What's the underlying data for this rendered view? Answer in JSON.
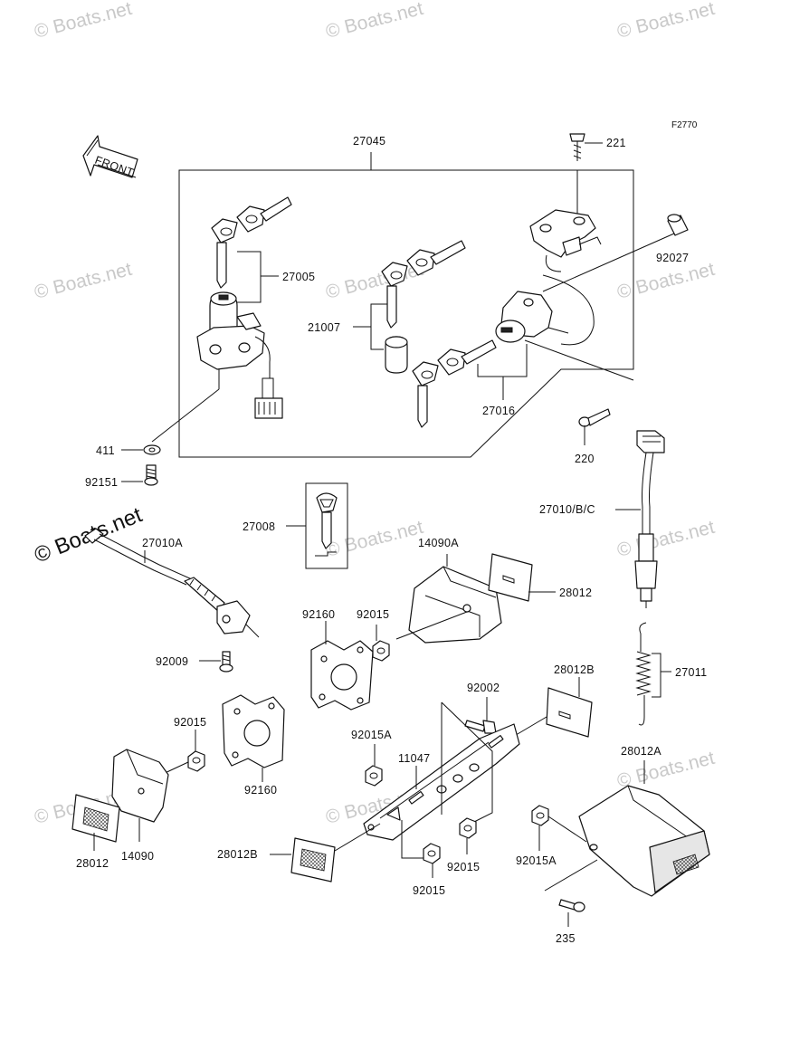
{
  "figure_code": "F2770",
  "watermark": "© Boats.net",
  "watermark_main": "© Boats.net",
  "front_arrow_label": "FRONT",
  "part_labels": {
    "p27045": "27045",
    "p221": "221",
    "p92027": "92027",
    "p27005": "27005",
    "p21007": "21007",
    "p27016": "27016",
    "p411": "411",
    "p220": "220",
    "p92151": "92151",
    "p27010bc": "27010/B/C",
    "p27008": "27008",
    "p27010a": "27010A",
    "p14090a": "14090A",
    "p28012_top": "28012",
    "p92160_top": "92160",
    "p92015_top": "92015",
    "p92009": "92009",
    "p27011": "27011",
    "p92002": "92002",
    "p28012b_top": "28012B",
    "p92015_left": "92015",
    "p92015a_mid": "92015A",
    "p11047": "11047",
    "p92160_bot": "92160",
    "p28012a": "28012A",
    "p28012_bot": "28012",
    "p14090": "14090",
    "p28012b_bot": "28012B",
    "p92015_bot1": "92015",
    "p92015_bot2": "92015",
    "p92015a_right": "92015A",
    "p235": "235"
  }
}
